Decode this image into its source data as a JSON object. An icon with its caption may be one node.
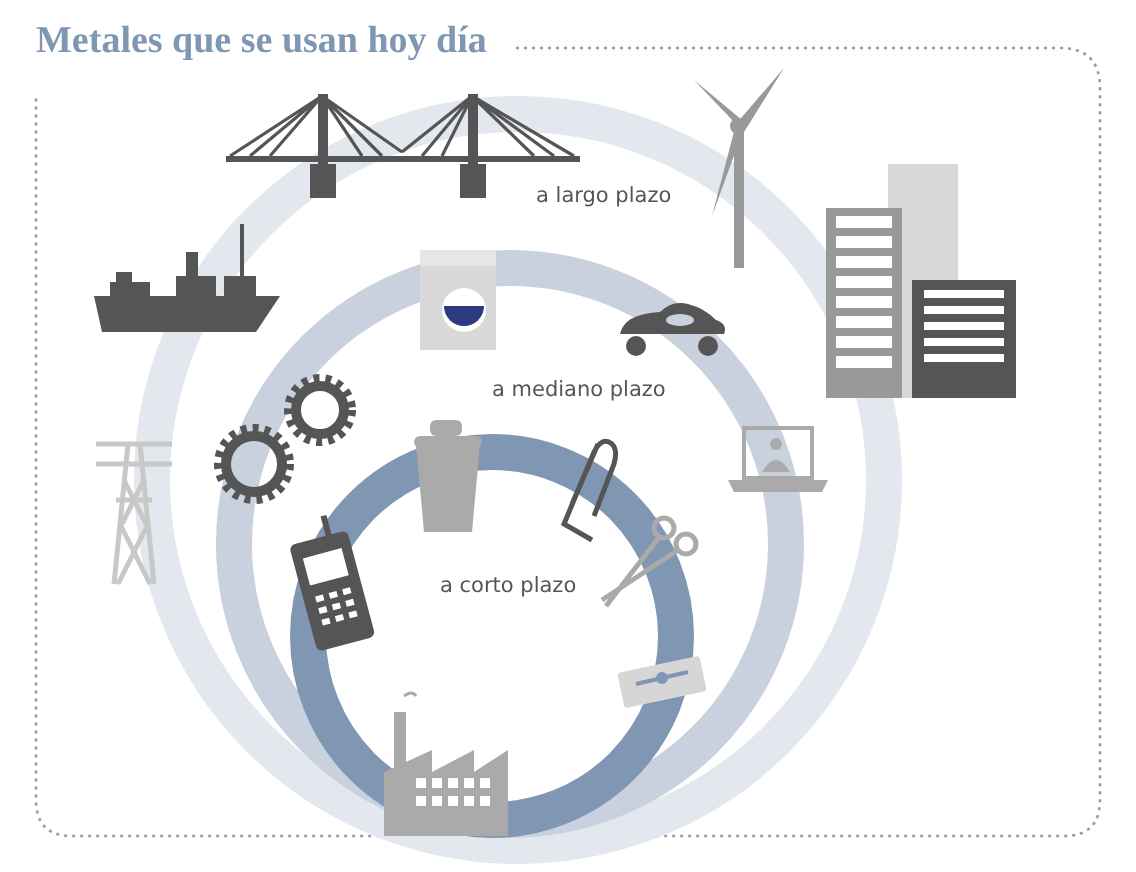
{
  "diagram": {
    "title": "Metales que se usan hoy día",
    "labels": [
      "a largo plazo",
      "a mediano plazo",
      "a corto plazo"
    ]
  }
}
